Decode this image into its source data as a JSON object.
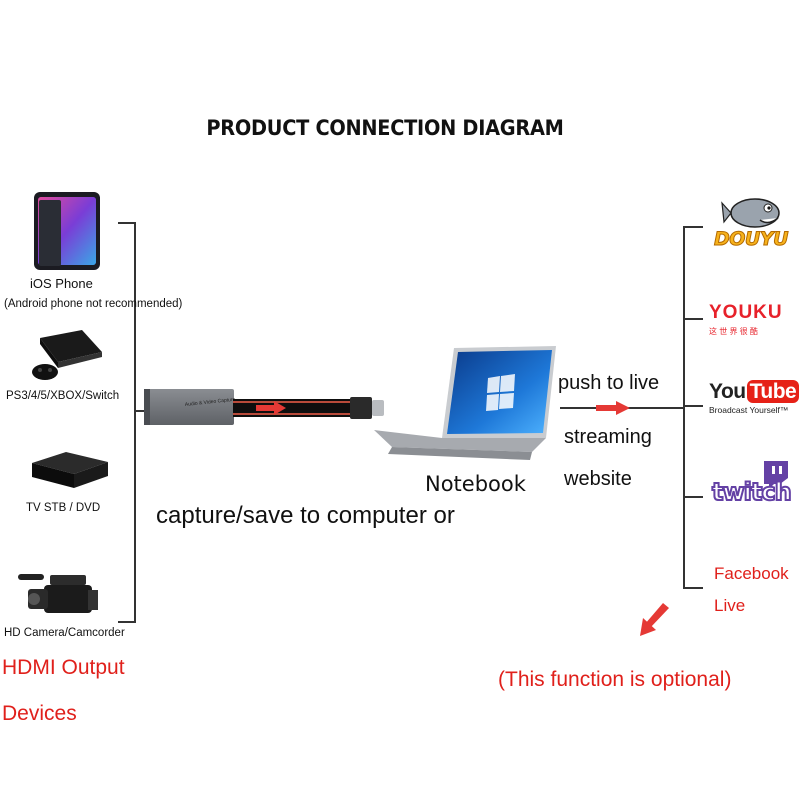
{
  "title": "PRODUCT CONNECTION DIAGRAM",
  "sources": [
    {
      "label": "iOS Phone",
      "sublabel": "(Android phone not recommended)",
      "icon": "smartphone-icon"
    },
    {
      "label": "PS3/4/5/XBOX/Switch",
      "icon": "game-console-icon"
    },
    {
      "label": "TV STB / DVD",
      "icon": "set-top-box-icon"
    },
    {
      "label": "HD Camera/Camcorder",
      "icon": "camcorder-icon"
    }
  ],
  "sources_caption": {
    "line1": "HDMI Output",
    "line2": "Devices"
  },
  "capture_device": {
    "text": "Audio & Video Capture",
    "icon": "capture-card-icon"
  },
  "notebook_label": "Notebook",
  "capture_text": "capture/save to computer or",
  "push_text": {
    "line1": "push to live",
    "line2": "streaming",
    "line3": "website"
  },
  "platforms": [
    {
      "name": "Douyu",
      "logo_text": "DOUYU",
      "icon": "douyu-fish-icon",
      "color": "#f7b21b"
    },
    {
      "name": "Youku",
      "logo_text": "YOUKU",
      "tagline": "这 世 界 很 酷",
      "color": "#e7212a"
    },
    {
      "name": "YouTube",
      "logo_text": "You",
      "logo_box": "Tube",
      "tagline": "Broadcast Yourself™",
      "color": "#e62117"
    },
    {
      "name": "Twitch",
      "logo_text": "twitch",
      "icon": "twitch-glitch-icon",
      "color": "#6441a5"
    },
    {
      "name": "Facebook Live",
      "line1": "Facebook",
      "line2": "Live"
    }
  ],
  "optional_note": "(This function is optional)",
  "colors": {
    "accent_red": "#e0201b",
    "arrow_red": "#e53935",
    "line": "#333333"
  }
}
